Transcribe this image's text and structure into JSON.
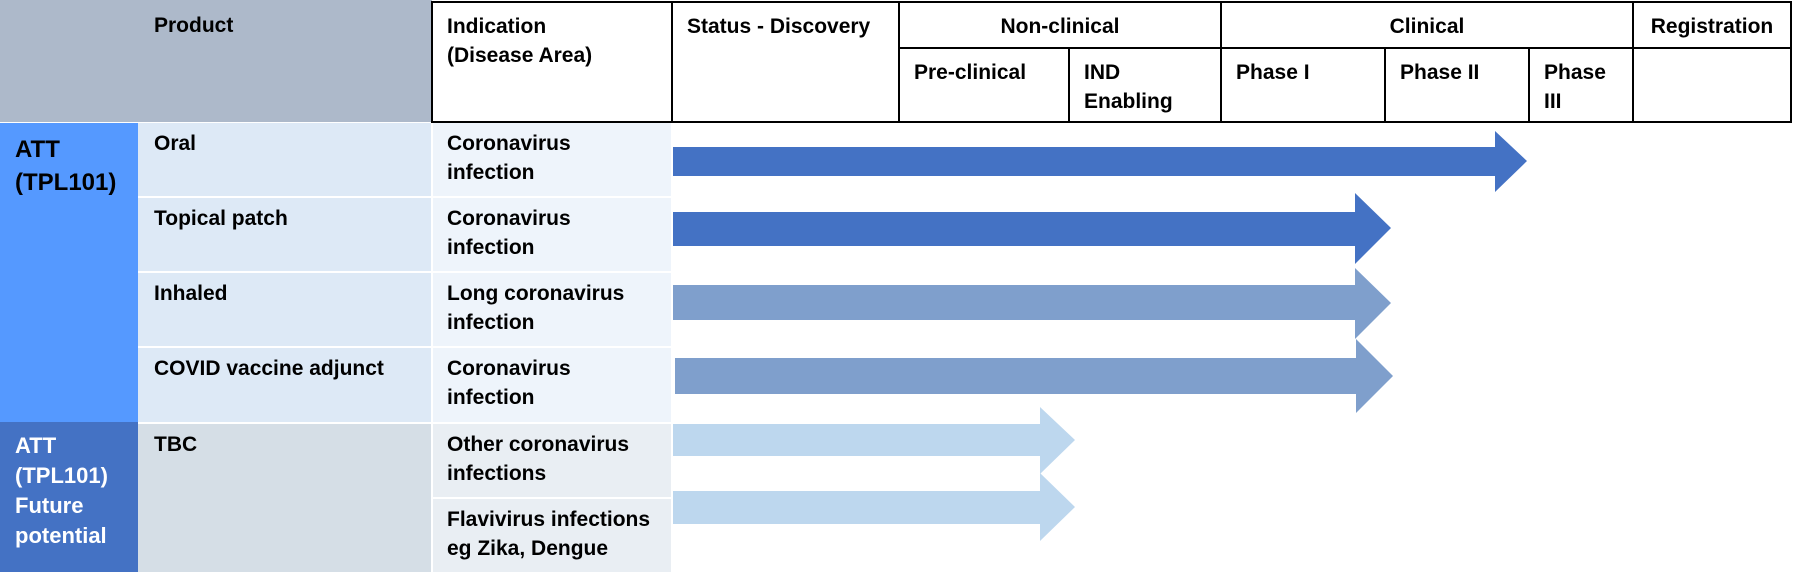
{
  "header": {
    "product": "Product",
    "indication": "Indication\n(Disease Area)",
    "discovery": "Status - Discovery",
    "nonclinical": "Non-clinical",
    "clinical": "Clinical",
    "registration": "Registration",
    "preclinical": "Pre-clinical",
    "ind_enabling": "IND\nEnabling",
    "phase1": "Phase I",
    "phase2": "Phase II",
    "phase3": "Phase\nIII"
  },
  "groups": [
    {
      "label": "ATT\n(TPL101)",
      "color": "#5599ff"
    },
    {
      "label": "ATT\n(TPL101)\nFuture\npotential",
      "color": "#4472c4"
    }
  ],
  "rows": [
    {
      "product": "Oral",
      "indication": "Coronavirus\ninfection",
      "stage": "Phase II",
      "arrow_color": "#4472c4"
    },
    {
      "product": "Topical patch",
      "indication": "Coronavirus\ninfection",
      "stage": "Phase I",
      "arrow_color": "#4472c4"
    },
    {
      "product": "Inhaled",
      "indication": "Long coronavirus\ninfection",
      "stage": "Phase I",
      "arrow_color": "#7f9fcc"
    },
    {
      "product": "COVID vaccine adjunct",
      "indication": "Coronavirus\ninfection",
      "stage": "Phase I",
      "arrow_color": "#7f9fcc"
    },
    {
      "product": "TBC",
      "indication": "Other coronavirus\ninfections",
      "stage": "Pre-clinical",
      "arrow_color": "#bdd7ee"
    },
    {
      "product": "",
      "indication": "Flavivirus infections\neg Zika, Dengue",
      "stage": "Pre-clinical",
      "arrow_color": "#bdd7ee"
    }
  ],
  "colors": {
    "header_product_bg": "#adb9ca",
    "product_cell_bg": "#dde9f6",
    "indication_cell_bg": "#eef4fb",
    "future_product_bg": "#d5dee6",
    "future_indication_bg": "#e9eef3"
  }
}
